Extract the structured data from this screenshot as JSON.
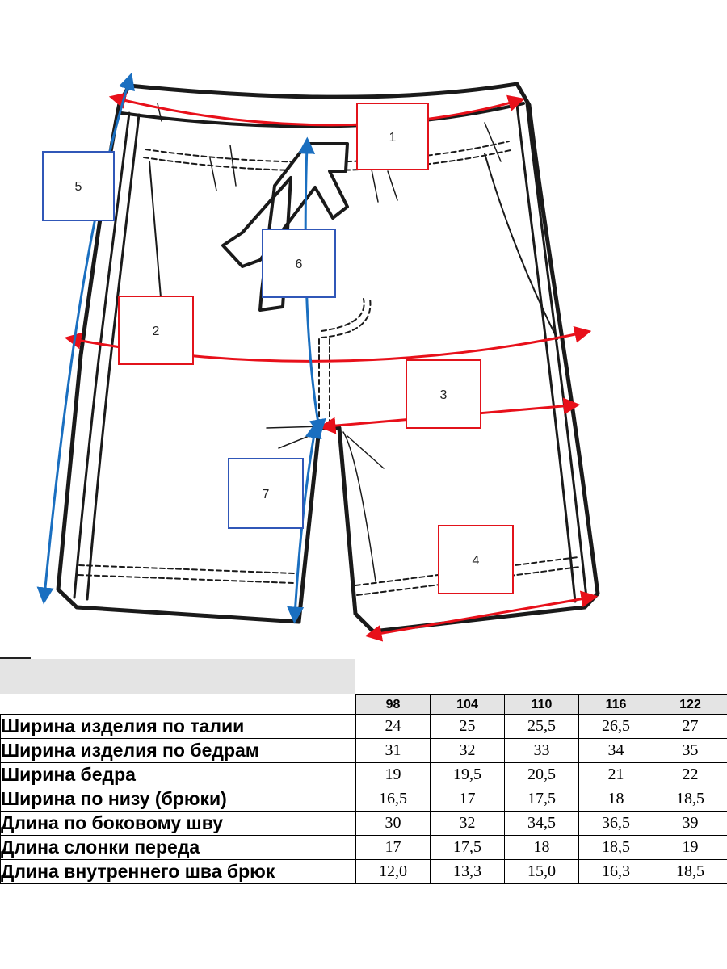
{
  "callouts": [
    "1",
    "2",
    "3",
    "4",
    "5",
    "6",
    "7"
  ],
  "colors": {
    "width_measure": "#e8101a",
    "length_measure": "#1a6fc0",
    "box_red": "#e2131b",
    "box_blue": "#3057b8",
    "outline": "#1a1a1a",
    "header_bg": "#e4e4e4"
  },
  "table": {
    "sizes": [
      "98",
      "104",
      "110",
      "116",
      "122"
    ],
    "rows": [
      {
        "label": "Ширина изделия по талии",
        "values": [
          "24",
          "25",
          "25,5",
          "26,5",
          "27"
        ]
      },
      {
        "label": "Ширина изделия по бедрам",
        "values": [
          "31",
          "32",
          "33",
          "34",
          "35"
        ]
      },
      {
        "label": "Ширина бедра",
        "values": [
          "19",
          "19,5",
          "20,5",
          "21",
          "22"
        ]
      },
      {
        "label": "Ширина по низу (брюки)",
        "values": [
          "16,5",
          "17",
          "17,5",
          "18",
          "18,5"
        ]
      },
      {
        "label": "Длина по боковому шву",
        "values": [
          "30",
          "32",
          "34,5",
          "36,5",
          "39"
        ]
      },
      {
        "label": "Длина слонки переда",
        "values": [
          "17",
          "17,5",
          "18",
          "18,5",
          "19"
        ]
      },
      {
        "label": "Длина внутреннего шва брюк",
        "values": [
          "12,0",
          "13,3",
          "15,0",
          "16,3",
          "18,5"
        ]
      }
    ]
  }
}
